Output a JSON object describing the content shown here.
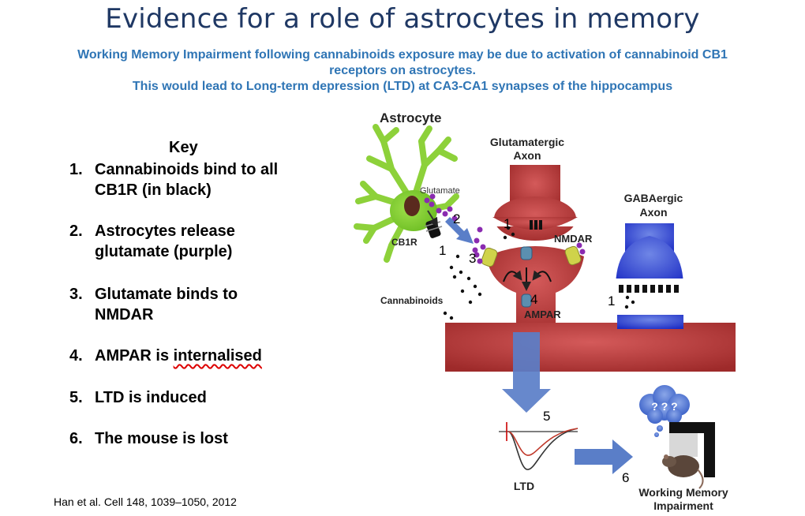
{
  "title": "Evidence for a role of astrocytes in memory",
  "subtitle": {
    "line1": "Working Memory Impairment following cannabinoids exposure may be due to activation of cannabinoid CB1",
    "line2": "receptors on astrocytes.",
    "line3": "This would lead to Long-term depression (LTD) at CA3-CA1 synapses of the hippocampus"
  },
  "key": {
    "title": "Key",
    "items": [
      {
        "num": "1.",
        "lines": [
          "Cannabinoids bind to all",
          "CB1R (in black)"
        ]
      },
      {
        "num": "2.",
        "lines": [
          "Astrocytes release",
          "glutamate (purple)"
        ]
      },
      {
        "num": "3.",
        "lines": [
          "Glutamate binds to",
          "NMDAR"
        ]
      },
      {
        "num": "4.",
        "pre": "AMPAR is ",
        "marked": "internalised"
      },
      {
        "num": "5.",
        "lines": [
          "LTD is induced"
        ]
      },
      {
        "num": "6.",
        "lines": [
          "The mouse is lost"
        ]
      }
    ]
  },
  "citation": "Han et al. Cell 148, 1039–1050, 2012",
  "figure": {
    "astrocyte": "Astrocyte",
    "glutamatergic_1": "Glutamatergic",
    "glutamatergic_2": "Axon",
    "gabaergic_1": "GABAergic",
    "gabaergic_2": "Axon",
    "glutamate": "Glutamate",
    "cb1r": "CB1R",
    "nmdar": "NMDAR",
    "cannabinoids": "Cannabinoids",
    "ampar": "AMPAR",
    "ltd": "LTD",
    "question": "? ? ?",
    "wm_1": "Working Memory",
    "wm_2": "Impairment",
    "n1a": "1",
    "n1b": "1",
    "n1c": "1",
    "n2": "2",
    "n3": "3",
    "n4": "4",
    "n5": "5",
    "n6": "6"
  },
  "colors": {
    "title": "#1f3864",
    "subtitle": "#2f75b5",
    "astrocyte": "#8dd13a",
    "glutamatergic": "#b83a3a",
    "gabaergic": "#2233cc",
    "glutamate": "#8a2bb0",
    "arrow": "#5a7ec8"
  }
}
